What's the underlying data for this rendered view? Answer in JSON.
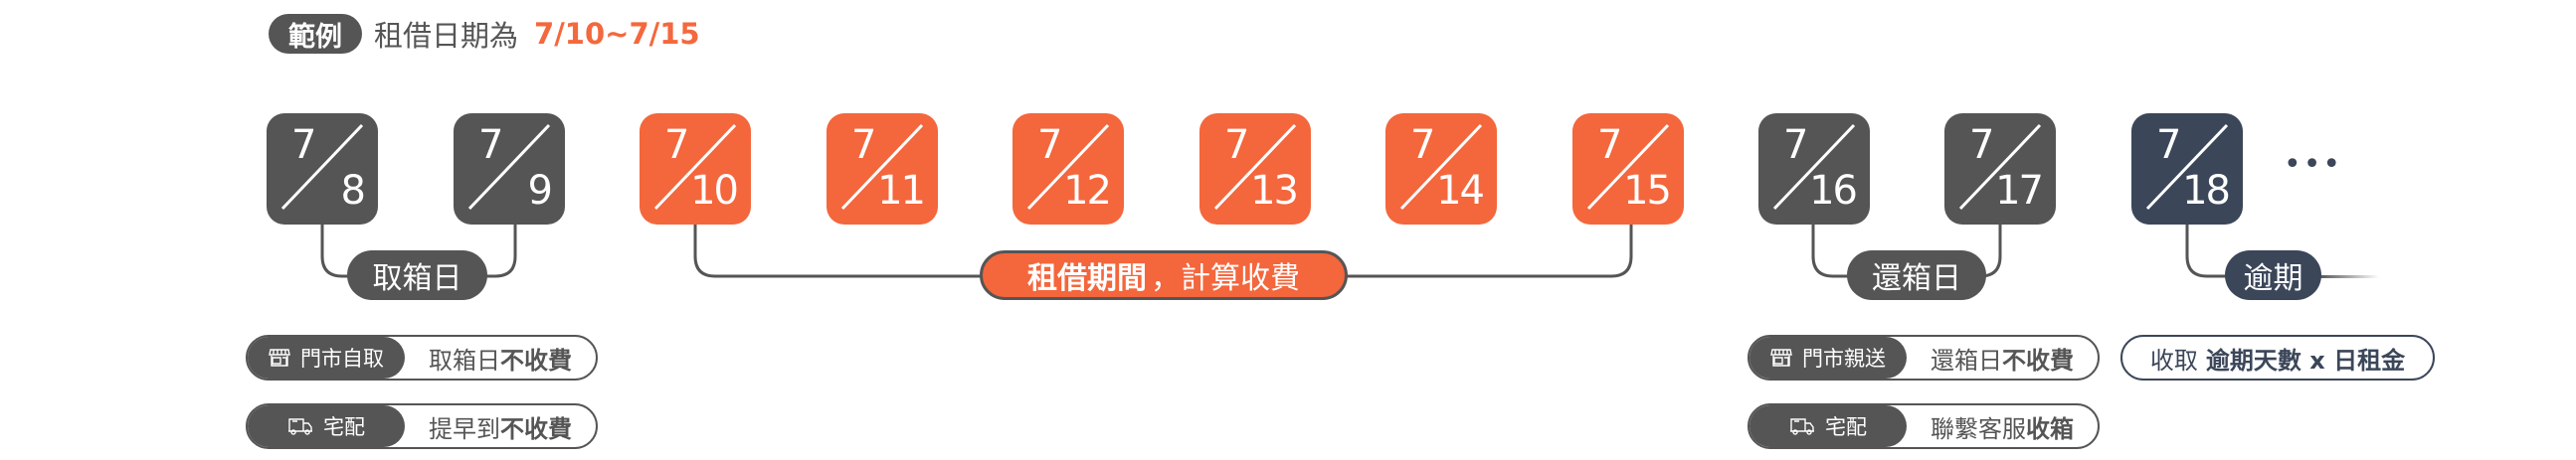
{
  "header": {
    "badge": "範例",
    "text": "租借日期為",
    "range": "7/10~7/15"
  },
  "colors": {
    "gray": "#555555",
    "orange": "#f4663c",
    "navy": "#3b4659",
    "white": "#ffffff"
  },
  "dates": [
    {
      "month": "7",
      "day": "8",
      "type": "gray"
    },
    {
      "month": "7",
      "day": "9",
      "type": "gray"
    },
    {
      "month": "7",
      "day": "10",
      "type": "orange"
    },
    {
      "month": "7",
      "day": "11",
      "type": "orange"
    },
    {
      "month": "7",
      "day": "12",
      "type": "orange"
    },
    {
      "month": "7",
      "day": "13",
      "type": "orange"
    },
    {
      "month": "7",
      "day": "14",
      "type": "orange"
    },
    {
      "month": "7",
      "day": "15",
      "type": "orange"
    },
    {
      "month": "7",
      "day": "16",
      "type": "gray"
    },
    {
      "month": "7",
      "day": "17",
      "type": "gray"
    },
    {
      "month": "7",
      "day": "18",
      "type": "navy"
    }
  ],
  "ellipsis": "•••",
  "labels": {
    "pickup": "取箱日",
    "rental_bold": "租借期間",
    "rental_light": "，計算收費",
    "return": "還箱日",
    "overdue": "逾期"
  },
  "tags": {
    "pickup_store": {
      "icon": "store-icon",
      "left": "門市自取",
      "right_normal": "取箱日",
      "right_bold": "不收費"
    },
    "pickup_delivery": {
      "icon": "truck-icon",
      "left": "宅配",
      "right_normal": "提早到",
      "right_bold": "不收費"
    },
    "return_store": {
      "icon": "store-icon",
      "left": "門市親送",
      "right_normal": "還箱日",
      "right_bold": "不收費"
    },
    "return_delivery": {
      "icon": "truck-icon",
      "left": "宅配",
      "right_normal": "聯繫客服",
      "right_bold": "收箱"
    },
    "overdue": {
      "right_normal": "收取",
      "right_bold": "逾期天數 x 日租金"
    }
  }
}
